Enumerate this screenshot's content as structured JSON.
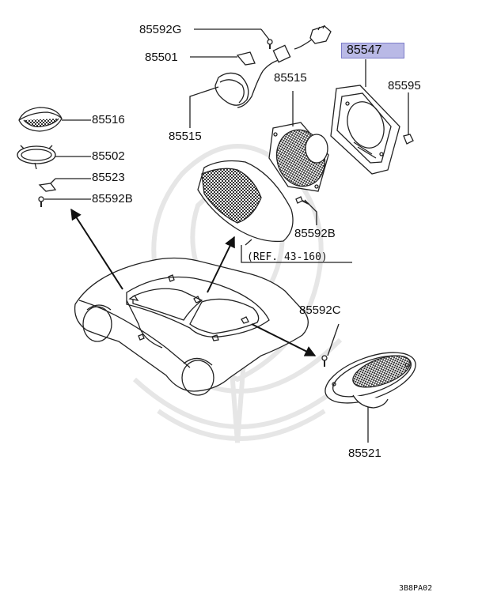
{
  "labels": {
    "p85592G": "85592G",
    "p85501": "85501",
    "p85547": "85547",
    "p85515_top": "85515",
    "p85595": "85595",
    "p85515_left": "85515",
    "p85516": "85516",
    "p85502": "85502",
    "p85523": "85523",
    "p85592B_left": "85592B",
    "p85592B_right": "85592B",
    "ref": "(REF. 43-160)",
    "p85592C": "85592C",
    "p85521": "85521"
  },
  "figure_code": "3B8PA02",
  "colors": {
    "line": "#222222",
    "highlight": "#b9b9e6",
    "watermark": "#e4e4e4"
  }
}
